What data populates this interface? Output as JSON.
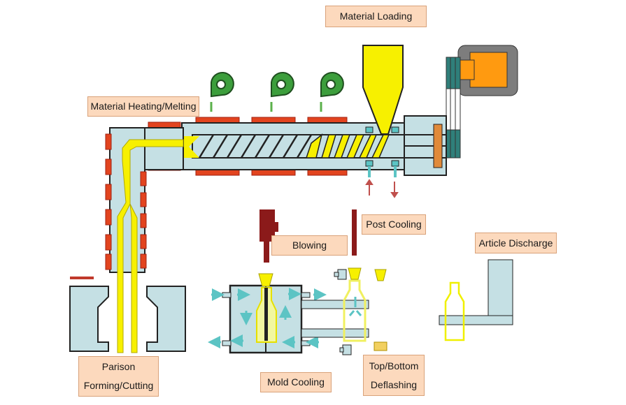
{
  "labels": {
    "material_loading": "Material Loading",
    "heating": "Material Heating/Melting",
    "blowing": "Blowing",
    "post_cooling": "Post Cooling",
    "article_discharge": "Article Discharge",
    "parison_line1": "Parison",
    "parison_line2": "Forming/Cutting",
    "mold_cooling": "Mold Cooling",
    "deflash_line1": "Top/Bottom",
    "deflash_line2": "Deflashing"
  },
  "colors": {
    "barrel": "#c5e0e4",
    "heater": "#e2441f",
    "material": "#f7f000",
    "blower": "#3c9e3c",
    "motor": "#7d7d7d",
    "motor_core": "#ff9a10",
    "belt": "#2f7f7a",
    "coolant_arrow": "#5cc4c4",
    "pin": "#8b1a1a"
  }
}
